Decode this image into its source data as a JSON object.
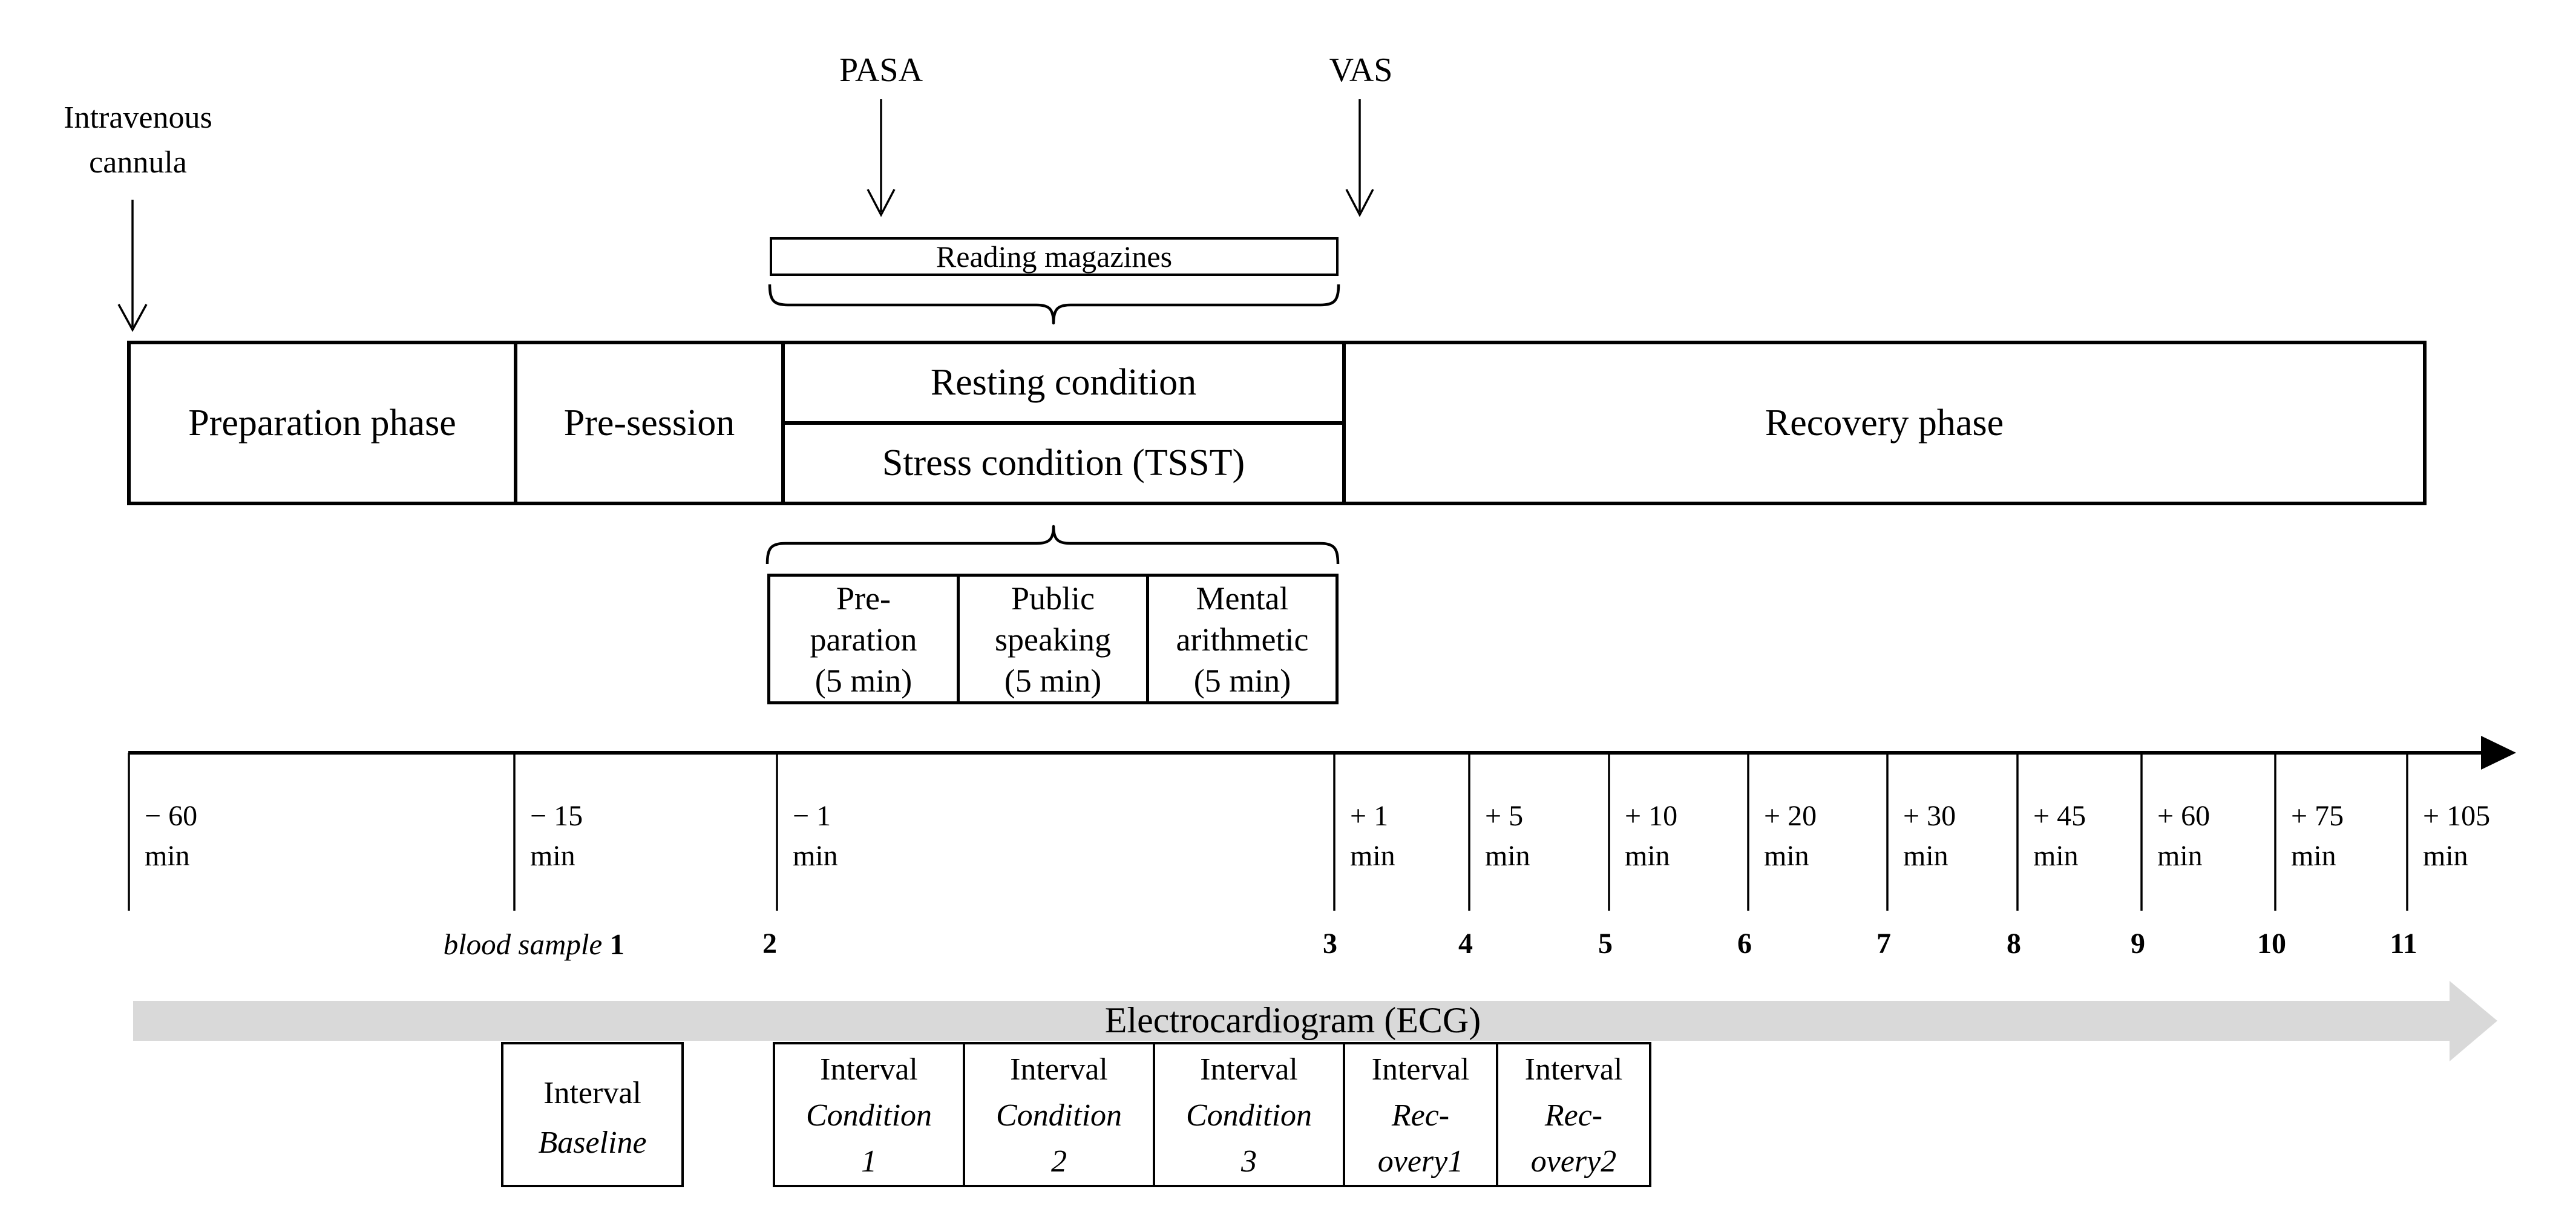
{
  "colors": {
    "ink": "#000000",
    "ecg_band": "#d9d9d9",
    "background": "#ffffff"
  },
  "top_annotations": {
    "iv_line1": "Intravenous",
    "iv_line2": "cannula",
    "pasa": "PASA",
    "vas": "VAS"
  },
  "reading_label": "Reading magazines",
  "phase_row": {
    "preparation": "Preparation phase",
    "pre_session": "Pre-session",
    "resting": "Resting condition",
    "stress": "Stress condition (TSST)",
    "recovery": "Recovery phase"
  },
  "tsst_boxes": [
    {
      "l1": "Pre-",
      "l2": "paration",
      "l3": "(5 min)"
    },
    {
      "l1": "Public",
      "l2": "speaking",
      "l3": "(5 min)"
    },
    {
      "l1": "Mental",
      "l2": "arithmetic",
      "l3": "(5 min)"
    }
  ],
  "timeline": {
    "ticks": [
      {
        "time": "− 60",
        "unit": "min"
      },
      {
        "time": "− 15",
        "unit": "min"
      },
      {
        "time": "− 1",
        "unit": "min"
      },
      {
        "time": "+ 1",
        "unit": "min"
      },
      {
        "time": "+ 5",
        "unit": "min"
      },
      {
        "time": "+ 10",
        "unit": "min"
      },
      {
        "time": "+ 20",
        "unit": "min"
      },
      {
        "time": "+ 30",
        "unit": "min"
      },
      {
        "time": "+ 45",
        "unit": "min"
      },
      {
        "time": "+ 60",
        "unit": "min"
      },
      {
        "time": "+ 75",
        "unit": "min"
      },
      {
        "time": "+ 105",
        "unit": "min"
      }
    ]
  },
  "samples": {
    "label": "blood sample",
    "numbers": [
      "1",
      "2",
      "3",
      "4",
      "5",
      "6",
      "7",
      "8",
      "9",
      "10",
      "11"
    ]
  },
  "ecg_label": "Electrocardiogram (ECG)",
  "intervals": {
    "baseline": {
      "l1": "Interval",
      "l2": "Baseline"
    },
    "cells": [
      {
        "l1": "Interval",
        "l2": "Condition",
        "l3": "1"
      },
      {
        "l1": "Interval",
        "l2": "Condition",
        "l3": "2"
      },
      {
        "l1": "Interval",
        "l2": "Condition",
        "l3": "3"
      },
      {
        "l1": "Interval",
        "l2": "Rec-",
        "l3": "overy1"
      },
      {
        "l1": "Interval",
        "l2": "Rec-",
        "l3": "overy2"
      }
    ]
  }
}
